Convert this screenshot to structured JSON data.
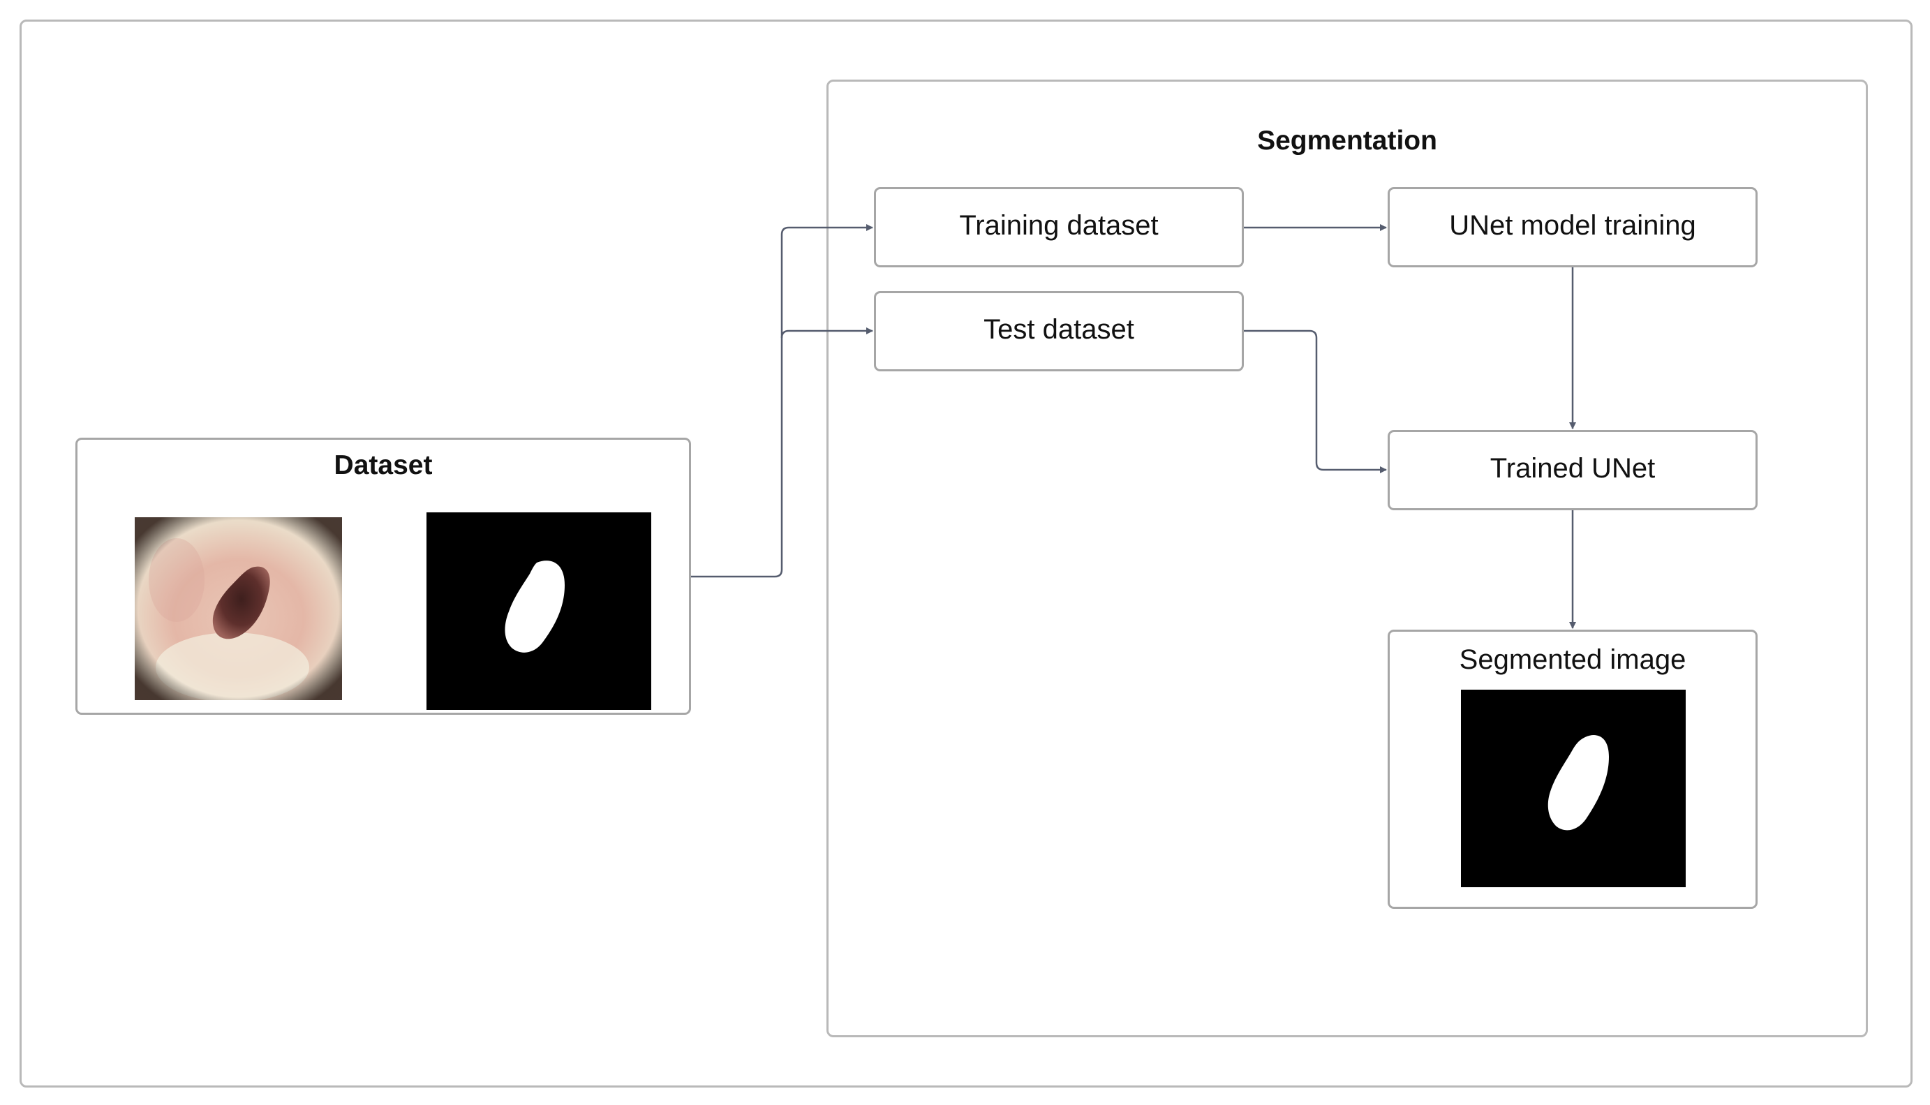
{
  "diagram": {
    "segmentation_group": {
      "title": "Segmentation"
    },
    "nodes": {
      "training_dataset": "Training dataset",
      "test_dataset": "Test dataset",
      "unet_model_training": "UNet model training",
      "trained_unet": "Trained UNet",
      "segmented_image": "Segmented image"
    },
    "dataset_group": {
      "title": "Dataset"
    },
    "colors": {
      "frame_border": "#b9b9b9",
      "node_border": "#a6a6a6",
      "connector": "#555c6e",
      "mask_background": "#000000",
      "mask_foreground": "#ffffff",
      "skin_tone": "#e8c4b4",
      "lesion": "#5e2f2c"
    },
    "edges": [
      {
        "from": "dataset",
        "to": "training_dataset"
      },
      {
        "from": "dataset",
        "to": "test_dataset"
      },
      {
        "from": "training_dataset",
        "to": "unet_model_training"
      },
      {
        "from": "unet_model_training",
        "to": "trained_unet"
      },
      {
        "from": "test_dataset",
        "to": "trained_unet"
      },
      {
        "from": "trained_unet",
        "to": "segmented_image"
      }
    ]
  }
}
